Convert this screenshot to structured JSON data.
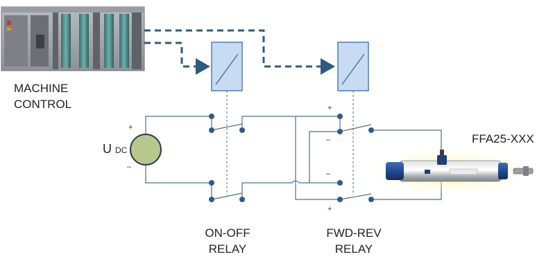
{
  "labels": {
    "plc": [
      "MACHINE",
      "CONTROL"
    ],
    "supply_main": "U",
    "supply_sub": "DC",
    "relay_on_off": [
      "ON-OFF",
      "RELAY"
    ],
    "relay_fwd_rev": [
      "FWD-REV",
      "RELAY"
    ],
    "actuator": "FFA25-XXX"
  },
  "polarity": {
    "supply_plus": "+",
    "supply_minus": "–",
    "fwd_top_plus": "+",
    "fwd_second_minus": "–",
    "fwd_third_minus": "–",
    "fwd_bottom_plus": "+"
  },
  "colors": {
    "wire": "#4a6f8f",
    "terminal": "#2e5a8e",
    "control_line": "#2f5a7f",
    "relay_fill": "#c7dcf2",
    "relay_stroke": "#4f7db0",
    "supply_fill": "#b6c98a",
    "supply_stroke": "#2b3a55"
  }
}
